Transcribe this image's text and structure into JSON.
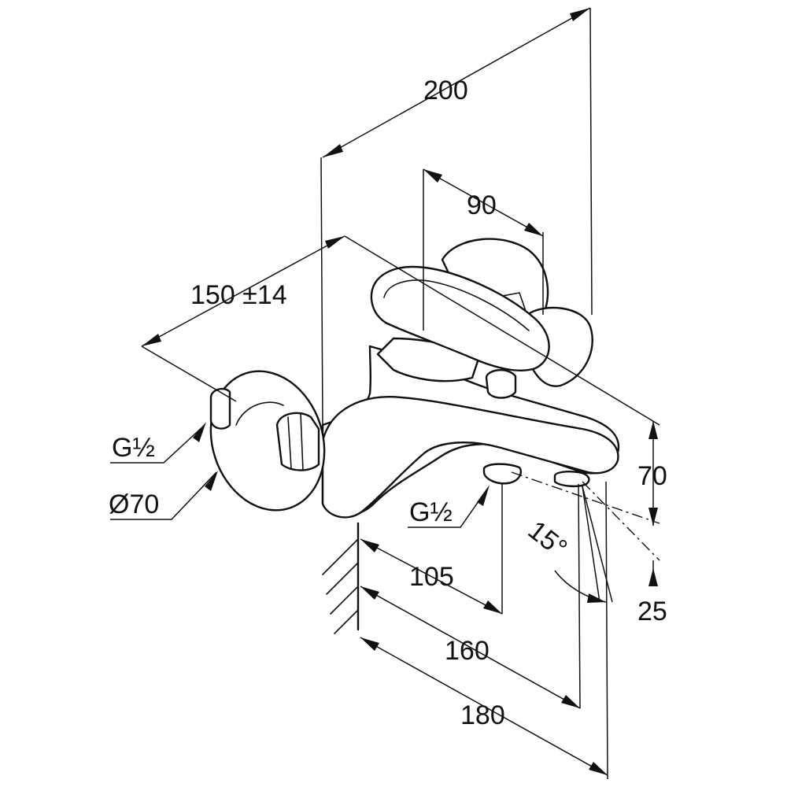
{
  "dimensions": {
    "overall_width": "200",
    "handle_offset": "90",
    "connection_spacing": "150 ±14",
    "thread_inlet": "G½",
    "rosette_diameter": "Ø70",
    "thread_outlet": "G½",
    "height_70": "70",
    "angle": "15°",
    "height_25": "25",
    "projection_105": "105",
    "projection_160": "160",
    "projection_180": "180"
  }
}
